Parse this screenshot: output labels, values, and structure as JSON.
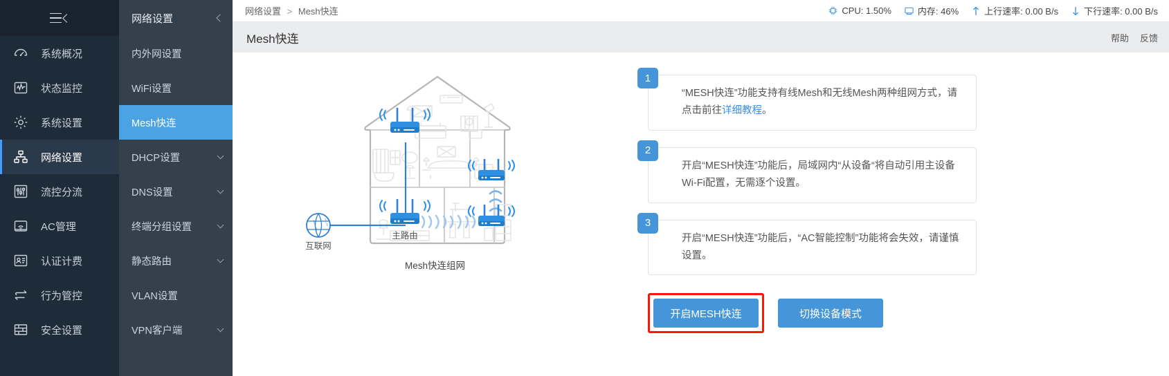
{
  "rail": {
    "menu_icon": "hamburger-collapse-icon",
    "items": [
      {
        "label": "系统概况",
        "icon": "dashboard-icon",
        "active": false
      },
      {
        "label": "状态监控",
        "icon": "monitor-wave-icon",
        "active": false
      },
      {
        "label": "系统设置",
        "icon": "gear-icon",
        "active": false
      },
      {
        "label": "网络设置",
        "icon": "sitemap-icon",
        "active": true
      },
      {
        "label": "流控分流",
        "icon": "sliders-icon",
        "active": false
      },
      {
        "label": "AC管理",
        "icon": "wifi-device-icon",
        "active": false
      },
      {
        "label": "认证计费",
        "icon": "id-card-icon",
        "active": false
      },
      {
        "label": "行为管控",
        "icon": "arrows-exchange-icon",
        "active": false
      },
      {
        "label": "安全设置",
        "icon": "firewall-brick-icon",
        "active": false
      }
    ]
  },
  "submenu": {
    "title": "网络设置",
    "collapse_icon": "chevron-left-icon",
    "items": [
      {
        "label": "内外网设置",
        "active": false,
        "expandable": false
      },
      {
        "label": "WiFi设置",
        "active": false,
        "expandable": false
      },
      {
        "label": "Mesh快连",
        "active": true,
        "expandable": false
      },
      {
        "label": "DHCP设置",
        "active": false,
        "expandable": true
      },
      {
        "label": "DNS设置",
        "active": false,
        "expandable": true
      },
      {
        "label": "终端分组设置",
        "active": false,
        "expandable": true
      },
      {
        "label": "静态路由",
        "active": false,
        "expandable": true
      },
      {
        "label": "VLAN设置",
        "active": false,
        "expandable": false
      },
      {
        "label": "VPN客户端",
        "active": false,
        "expandable": true
      }
    ]
  },
  "topbar": {
    "breadcrumb": {
      "parent": "网络设置",
      "separator": ">",
      "current": "Mesh快连"
    },
    "stats": [
      {
        "icon": "cpu-icon",
        "label": "CPU: 1.50%"
      },
      {
        "icon": "memory-monitor-icon",
        "label": "内存: 46%"
      },
      {
        "icon": "arrow-up-icon",
        "label": "上行速率: 0.00 B/s"
      },
      {
        "icon": "arrow-down-icon",
        "label": "下行速率: 0.00 B/s"
      }
    ]
  },
  "pagebar": {
    "title": "Mesh快连",
    "links": [
      {
        "label": "帮助",
        "name": "help-link"
      },
      {
        "label": "反馈",
        "name": "feedback-link"
      }
    ]
  },
  "illustration": {
    "caption": "Mesh快连组网",
    "internet_label": "互联网",
    "main_router_label": "主路由",
    "router_count": 4
  },
  "steps": [
    {
      "number": "1",
      "text_before": "“MESH快连”功能支持有线Mesh和无线Mesh两种组网方式，请点击前往",
      "link": "详细教程",
      "text_after": "。"
    },
    {
      "number": "2",
      "text_before": "开启“MESH快连”功能后，局域网内“从设备“将自动引用主设备Wi-Fi配置，无需逐个设置。",
      "link": "",
      "text_after": ""
    },
    {
      "number": "3",
      "text_before": "开启“MESH快连”功能后，“AC智能控制”功能将会失效，请谨慎设置。",
      "link": "",
      "text_after": ""
    }
  ],
  "actions": {
    "primary_label": "开启MESH快连",
    "secondary_label": "切换设备模式",
    "highlight_color": "#f81a08",
    "button_color": "#4596d8"
  },
  "colors": {
    "accent": "#409eff",
    "rail_bg": "#1e2b39",
    "submenu_bg": "#35404d",
    "submenu_active": "#4ba3e3",
    "pagebar_bg": "#ebecee"
  }
}
